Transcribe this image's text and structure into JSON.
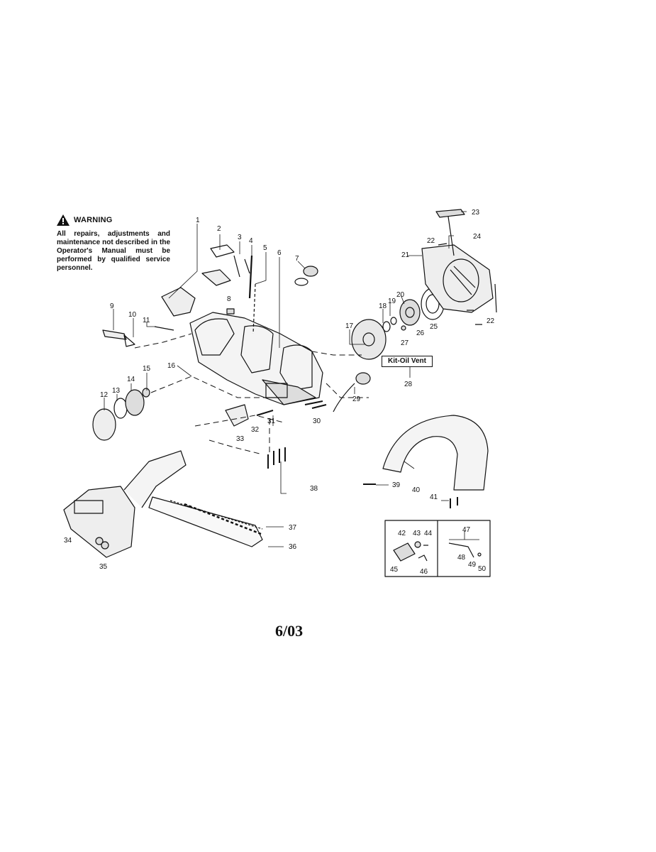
{
  "warning": {
    "title": "WARNING",
    "text": "All repairs, adjustments and maintenance not described in the Operator's Manual must be performed by qualified service personnel."
  },
  "kit_label": "Kit-Oil Vent",
  "date_label": "6/03",
  "callouts": [
    "1",
    "2",
    "3",
    "4",
    "5",
    "6",
    "7",
    "8",
    "9",
    "10",
    "11",
    "12",
    "13",
    "14",
    "15",
    "16",
    "17",
    "18",
    "19",
    "20",
    "21",
    "22",
    "22",
    "23",
    "24",
    "25",
    "26",
    "27",
    "28",
    "29",
    "30",
    "31",
    "32",
    "33",
    "34",
    "35",
    "36",
    "37",
    "38",
    "39",
    "40",
    "41",
    "42",
    "43",
    "44",
    "45",
    "46",
    "47",
    "48",
    "49",
    "50"
  ]
}
